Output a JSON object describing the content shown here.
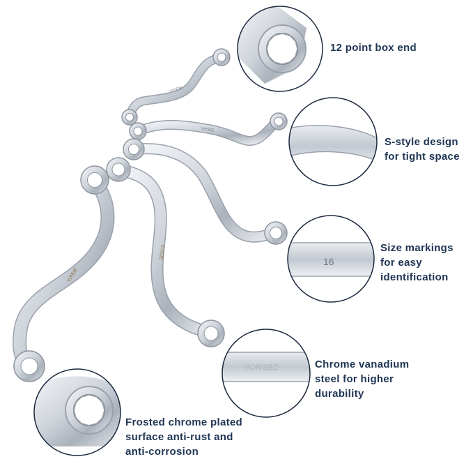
{
  "callouts": {
    "box_end": {
      "lines": [
        "12 point box end"
      ]
    },
    "s_style": {
      "lines": [
        "S-style design",
        "for tight space"
      ]
    },
    "size_markings": {
      "lines": [
        "Size markings",
        "for easy",
        "identification"
      ]
    },
    "chrome_vanadium": {
      "lines": [
        "Chrome vanadium",
        "steel for higher",
        "durability"
      ]
    },
    "frosted": {
      "lines": [
        "Frosted chrome plated",
        "surface anti-rust and",
        "anti-corrosion"
      ]
    }
  },
  "engravings": {
    "brand": "YIYEIE",
    "size_sample": "16",
    "forged": "FORGED"
  },
  "colors": {
    "text": "#1f3553",
    "circle_ring": "#1c2a3f",
    "chrome_light": "#f2f4f7",
    "chrome_mid": "#c9ced6",
    "chrome_dark": "#8e959f"
  }
}
